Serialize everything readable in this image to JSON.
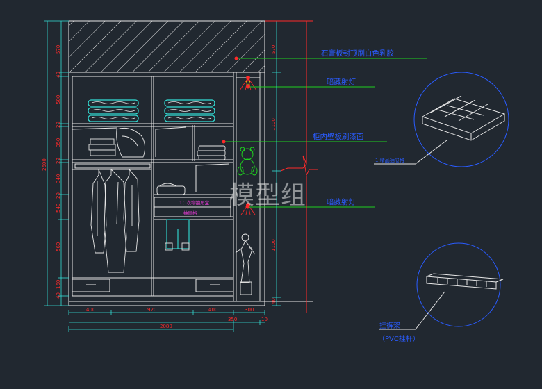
{
  "canvas_bg": "#212830",
  "colors": {
    "line": "#e6e6e6",
    "dim": "#33e0d8",
    "callout": "#1fd11f",
    "label": "#2a5cff",
    "red": "#ff2a2a",
    "magenta": "#e03ad0",
    "yellow": "#f5e200"
  },
  "watermark": "模型组",
  "callouts": [
    {
      "id": "stone-top",
      "text": "石膏板封顶刷白色乳胶"
    },
    {
      "id": "spot-top",
      "text": "暗藏射灯"
    },
    {
      "id": "cabinet-inner",
      "text": "柜内壁板刷漆面"
    },
    {
      "id": "spot-bottom",
      "text": "暗藏射灯"
    }
  ],
  "inset_labels": {
    "tray": "1:精品抽屉格",
    "rack_line1": "挂裤架",
    "rack_line2": "（PVC挂杆）"
  },
  "drawer_labels": {
    "line1": "1：衣物抽屉盒",
    "line2": "抽屉格"
  },
  "left_dims": [
    "570",
    "40",
    "500",
    "20",
    "350",
    "20",
    "340",
    "20",
    "540",
    "560",
    "40",
    "160"
  ],
  "total_height": "2600",
  "right_dims": [
    "570",
    "1100",
    "1100",
    "40"
  ],
  "bottom_dims": [
    "400",
    "920",
    "400",
    "300"
  ],
  "bottom_small": [
    "350",
    "10"
  ],
  "total_width": "2080"
}
